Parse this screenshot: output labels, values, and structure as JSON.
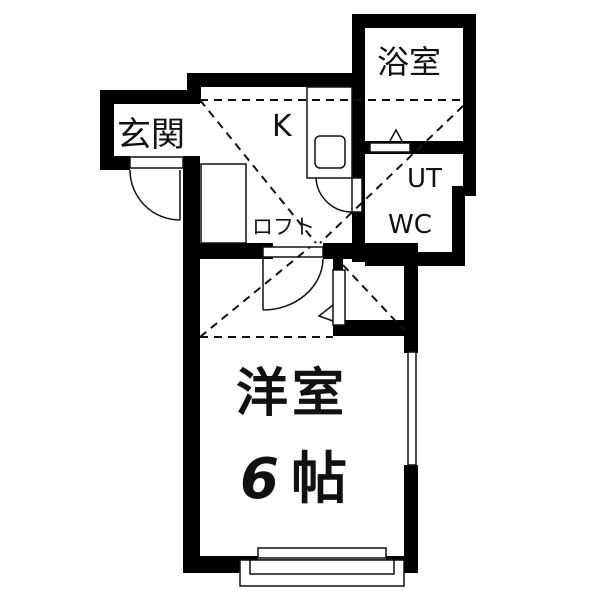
{
  "floorplan": {
    "rooms": {
      "entrance": {
        "label": "玄関"
      },
      "kitchen": {
        "label": "K"
      },
      "bathroom": {
        "label": "浴室"
      },
      "utility": {
        "label": "UT"
      },
      "toilet": {
        "label": "WC"
      },
      "loft": {
        "label": "ロフト"
      },
      "western_room": {
        "label": "洋室",
        "size_number": "6",
        "size_unit": "帖"
      }
    },
    "colors": {
      "wall": "#000000",
      "background": "#ffffff",
      "line": "#111111"
    }
  }
}
